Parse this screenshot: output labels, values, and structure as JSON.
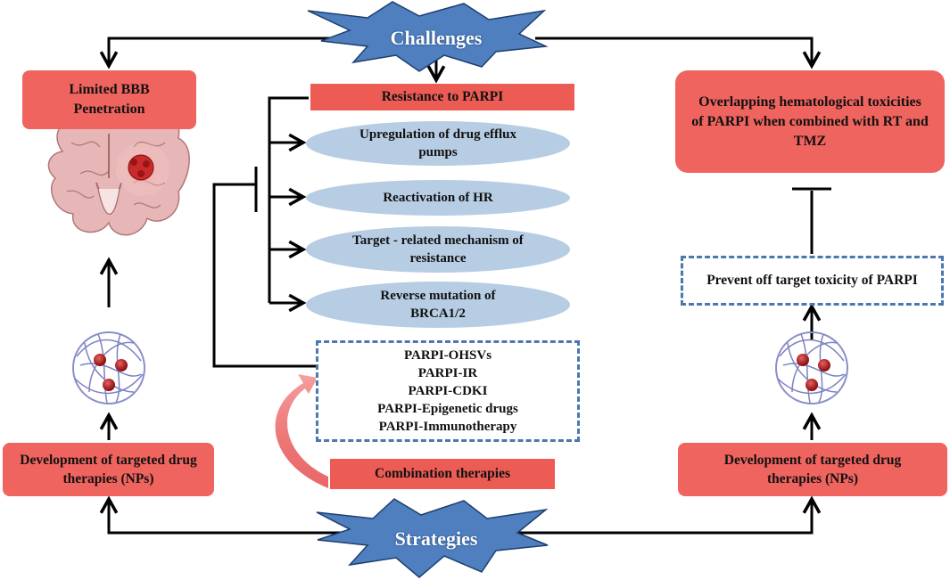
{
  "challenges_label": "Challenges",
  "strategies_label": "Strategies",
  "left": {
    "bbb_box": "Limited BBB Penetration",
    "dev_box": "Development of targeted drug therapies (NPs)"
  },
  "center": {
    "resistance_box": "Resistance to PARPI",
    "mechanisms": [
      "Upregulation of drug efflux  pumps",
      "Reactivation of HR",
      "Target - related mechanism of resistance",
      "Reverse mutation of BRCA1/2"
    ],
    "combos": [
      "PARPI-OHSVs",
      "PARPI-IR",
      "PARPI-CDKI",
      "PARPI-Epigenetic drugs",
      "PARPI-Immunotherapy"
    ],
    "combination_box": "Combination therapies"
  },
  "right": {
    "toxicity_box": "Overlapping hematological toxicities of PARPI when combined with RT and TMZ",
    "prevent_box": "Prevent off target toxicity of PARPI",
    "dev_box": "Development of targeted drug therapies (NPs)"
  },
  "colors": {
    "red": "#f0645f",
    "ellipse": "#b7cde4",
    "star_blue": "#4f7fbf",
    "dashed_border": "#4a78b0"
  },
  "icons": [
    "brain-tumor-icon",
    "nanoparticle-icon"
  ]
}
